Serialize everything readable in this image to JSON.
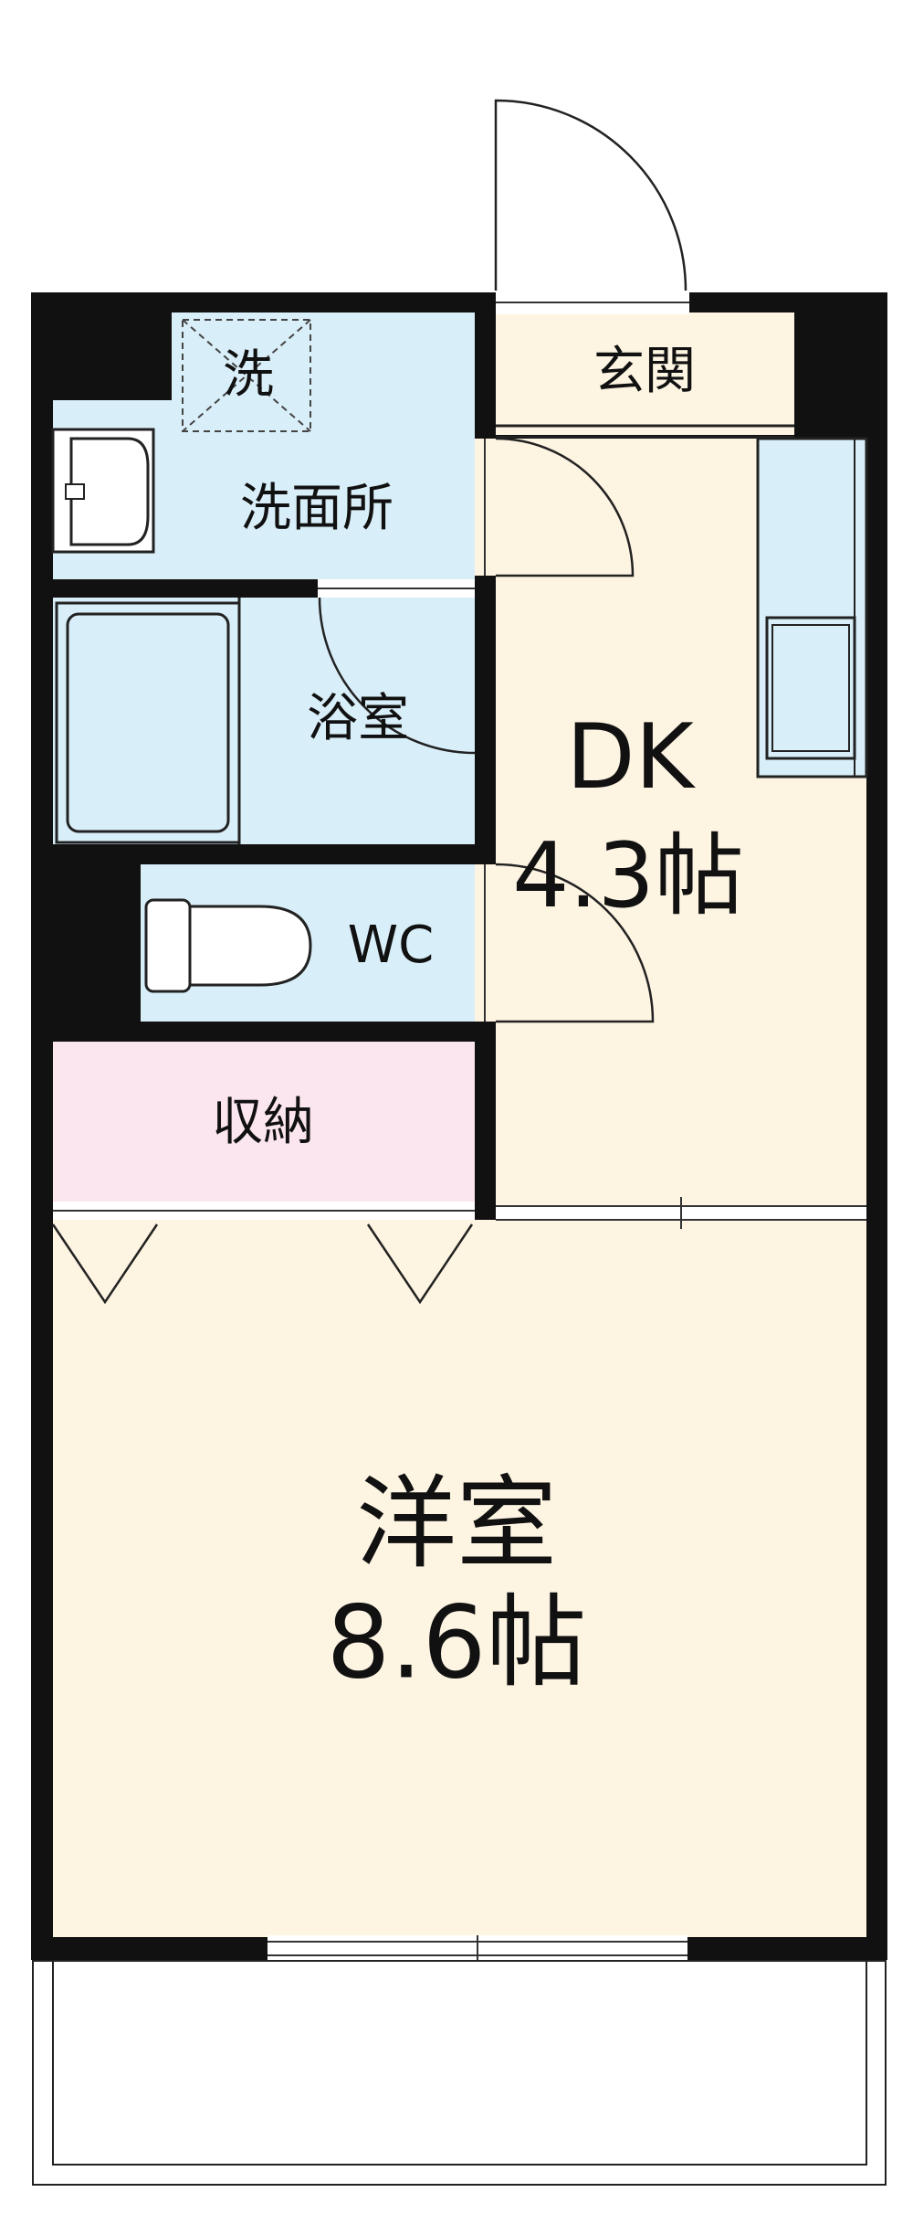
{
  "colors": {
    "wall": "#111111",
    "wet_area": "#d8eef8",
    "living_area": "#fdf4e2",
    "storage": "#fbe5ee",
    "background": "#ffffff"
  },
  "rooms": {
    "washer": {
      "label": "洗"
    },
    "washroom": {
      "label": "洗面所"
    },
    "entrance": {
      "label": "玄関"
    },
    "bathroom": {
      "label": "浴室"
    },
    "toilet": {
      "label": "WC"
    },
    "storage": {
      "label": "収納"
    },
    "dining_kitchen": {
      "label": "DK",
      "size": "4.3帖"
    },
    "western_room": {
      "label": "洋室",
      "size": "8.6帖"
    }
  },
  "icons": [
    "washbasin-icon",
    "bathtub-icon",
    "toilet-icon",
    "washing-machine-pan-icon",
    "kitchen-sink-icon"
  ]
}
